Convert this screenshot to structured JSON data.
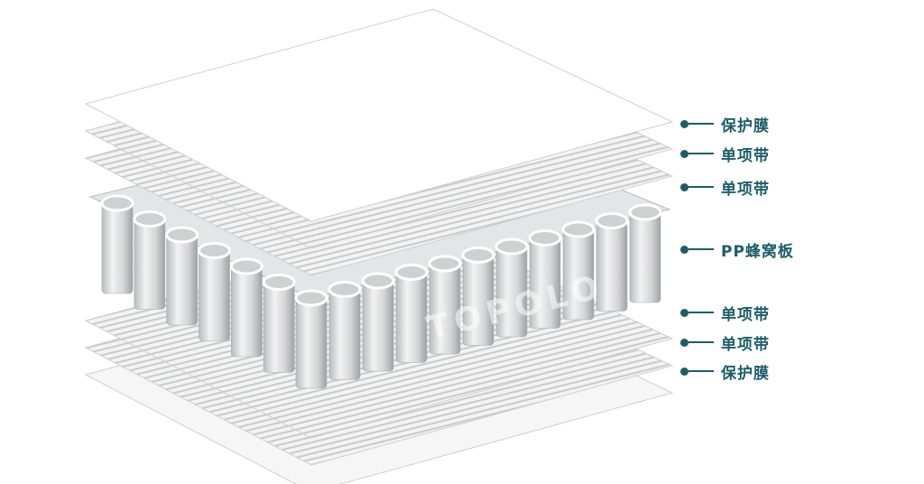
{
  "watermark": "TOPOLO",
  "accent_color": "#1b5e68",
  "labels": [
    {
      "text": "保护膜"
    },
    {
      "text": "单项带"
    },
    {
      "text": "单项带"
    },
    {
      "text": "PP蜂窝板"
    },
    {
      "text": "单项带"
    },
    {
      "text": "单项带"
    },
    {
      "text": "保护膜"
    }
  ]
}
